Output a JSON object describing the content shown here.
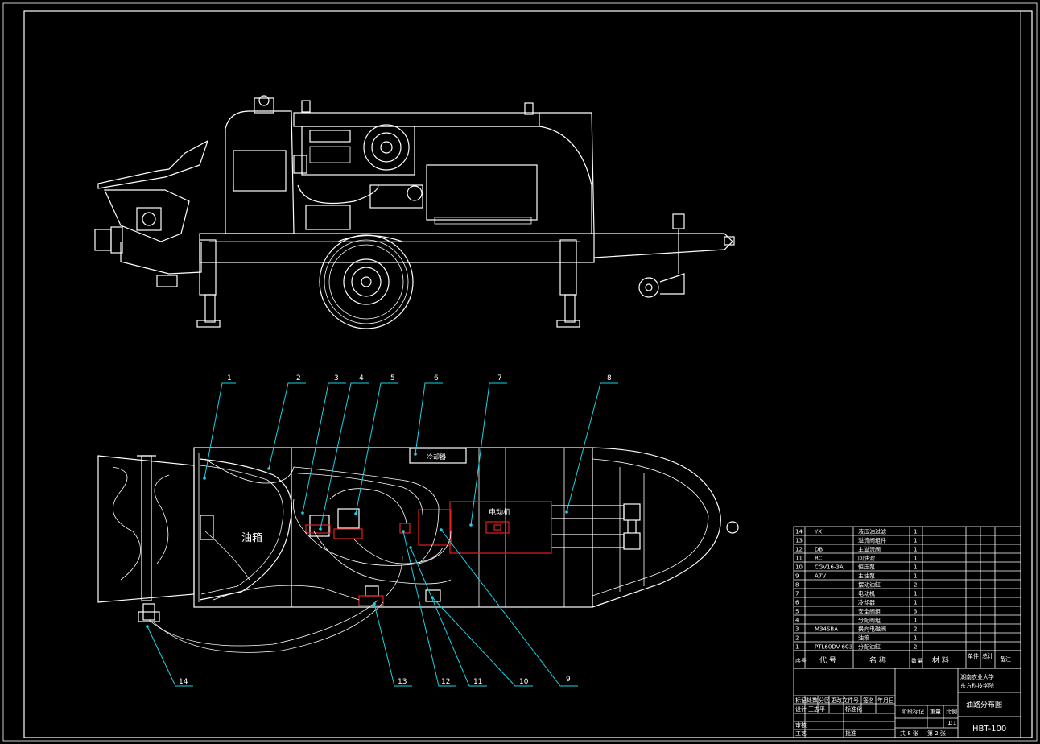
{
  "drawing": {
    "title": "油路分布图",
    "number": "HBT-100",
    "school_line1": "湖南农业大学",
    "school_line2": "东方科技学院",
    "labels": {
      "tank": "油箱",
      "motor": "电动机",
      "cooler": "冷却器"
    }
  },
  "callouts": [
    "1",
    "2",
    "3",
    "4",
    "5",
    "6",
    "7",
    "8",
    "9",
    "10",
    "11",
    "12",
    "13",
    "14"
  ],
  "bom": {
    "rows": [
      {
        "no": "14",
        "code": "YX",
        "name": "液压油过滤",
        "qty": "1"
      },
      {
        "no": "13",
        "code": "",
        "name": "溢流阀组件",
        "qty": "1"
      },
      {
        "no": "12",
        "code": "DB",
        "name": "主溢流阀",
        "qty": "1"
      },
      {
        "no": "11",
        "code": "RC",
        "name": "回油滤",
        "qty": "1"
      },
      {
        "no": "10",
        "code": "CGV16-3A",
        "name": "恒压泵",
        "qty": "1"
      },
      {
        "no": "9",
        "code": "A7V",
        "name": "主油泵",
        "qty": "1"
      },
      {
        "no": "8",
        "code": "",
        "name": "摆动油缸",
        "qty": "2"
      },
      {
        "no": "7",
        "code": "",
        "name": "电动机",
        "qty": "1"
      },
      {
        "no": "6",
        "code": "",
        "name": "冷却器",
        "qty": "1"
      },
      {
        "no": "5",
        "code": "",
        "name": "安全阀组",
        "qty": "3"
      },
      {
        "no": "4",
        "code": "",
        "name": "分配阀组",
        "qty": "1"
      },
      {
        "no": "3",
        "code": "M34SBA",
        "name": "换向电磁阀",
        "qty": "2"
      },
      {
        "no": "2",
        "code": "",
        "name": "油箱",
        "qty": "1"
      },
      {
        "no": "1",
        "code": "PTL60DV-6C3",
        "name": "分配油缸",
        "qty": "2"
      }
    ],
    "header": {
      "no": "序号",
      "code": "代 号",
      "name": "名 称",
      "qty": "数量",
      "material": "材 料",
      "unit_weight": "单件",
      "total_weight": "总计",
      "remark": "备注"
    }
  },
  "title_block": {
    "mark": "标记",
    "count": "处数",
    "zone": "分区",
    "change_doc": "更改文件号",
    "sign": "签名",
    "date": "年月日",
    "design": "设计",
    "designer": "王志平",
    "standard": "标准化",
    "stage_mark": "阶段标记",
    "weight": "重量",
    "scale": "比例",
    "scale_value": "1:1",
    "review": "审核",
    "craft": "工艺",
    "approve": "批准",
    "sheets_total": "共 8 张",
    "sheet_no": "第 2 张"
  }
}
